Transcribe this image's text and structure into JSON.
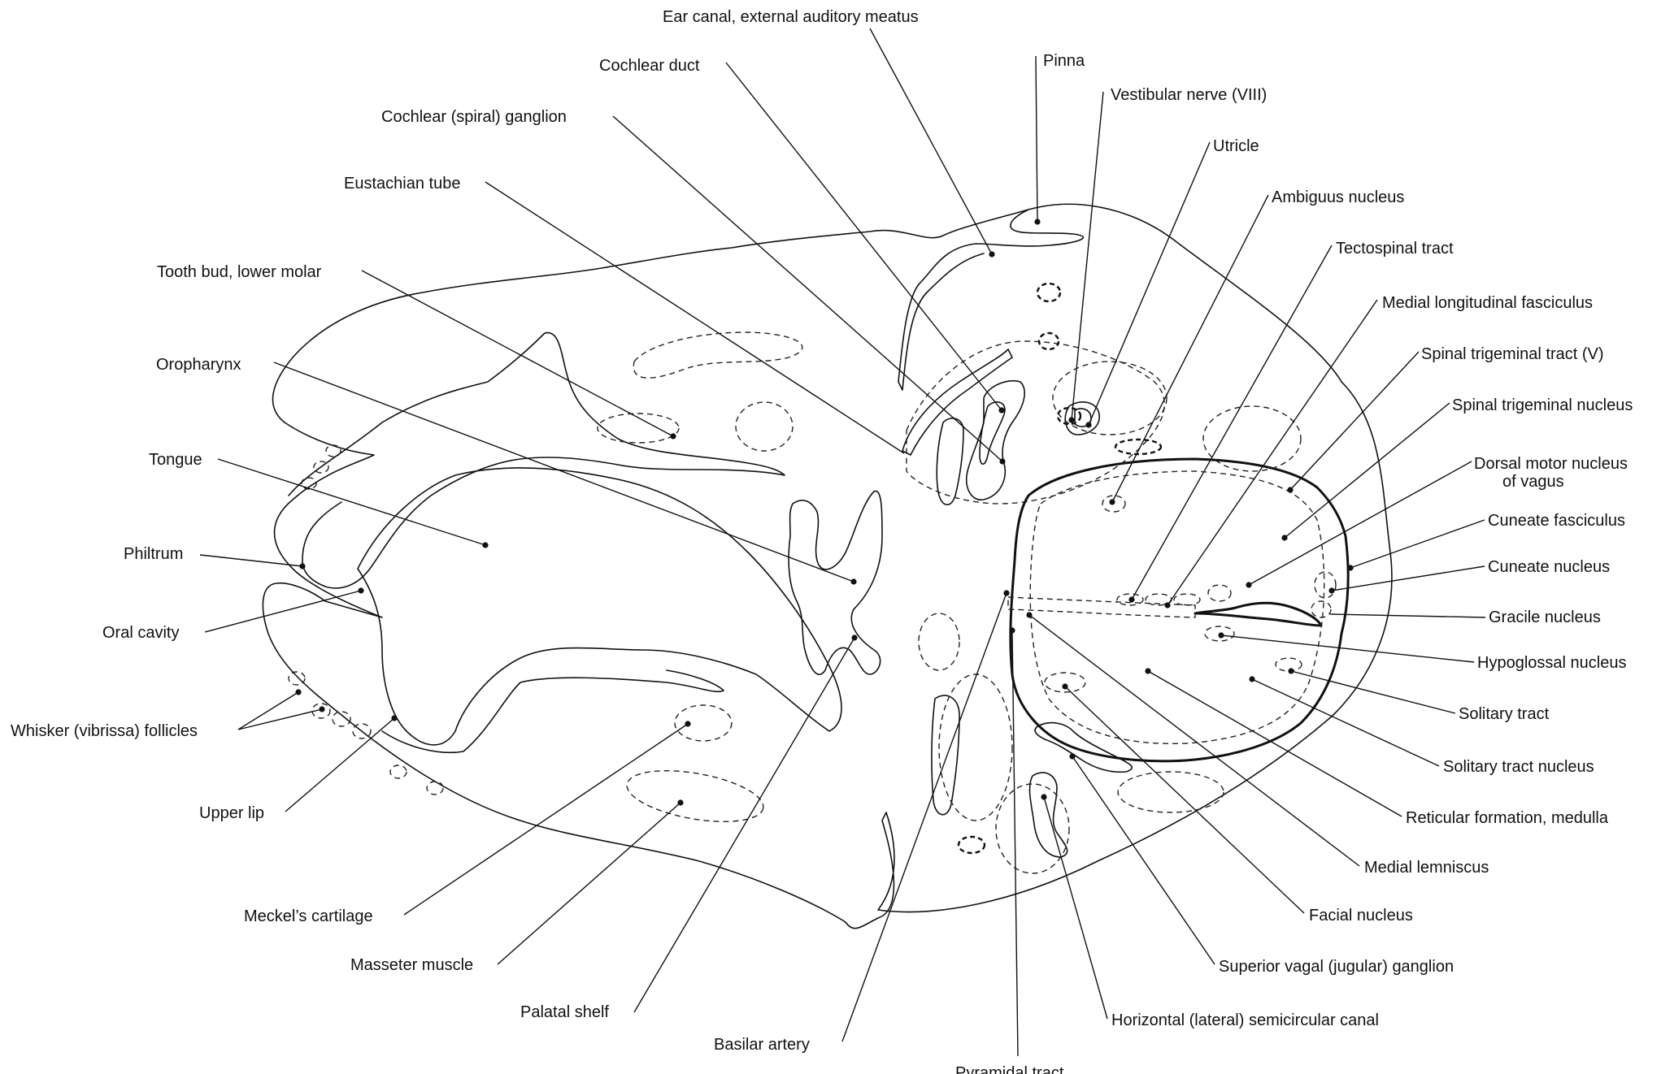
{
  "labels": {
    "ear_canal": "Ear canal, external auditory meatus",
    "cochlear_duct": "Cochlear duct",
    "pinna": "Pinna",
    "vestibular_nerve": "Vestibular nerve (VIII)",
    "cochlear_ganglion": "Cochlear (spiral) ganglion",
    "utricle": "Utricle",
    "eustachian_tube": "Eustachian tube",
    "ambiguus_nucleus": "Ambiguus nucleus",
    "tectospinal_tract": "Tectospinal tract",
    "tooth_bud": "Tooth bud, lower molar",
    "medial_longitudinal_fasciculus": "Medial longitudinal fasciculus",
    "oropharynx": "Oropharynx",
    "spinal_trigeminal_tract": "Spinal trigeminal tract (V)",
    "spinal_trigeminal_nucleus": "Spinal trigeminal nucleus",
    "tongue": "Tongue",
    "dorsal_motor_nucleus_line1": "Dorsal motor nucleus",
    "dorsal_motor_nucleus_line2": "of vagus",
    "cuneate_fasciculus": "Cuneate fasciculus",
    "philtrum": "Philtrum",
    "cuneate_nucleus": "Cuneate nucleus",
    "oral_cavity": "Oral cavity",
    "gracile_nucleus": "Gracile nucleus",
    "hypoglossal_nucleus": "Hypoglossal nucleus",
    "solitary_tract": "Solitary tract",
    "whisker_follicles": "Whisker (vibrissa) follicles",
    "solitary_tract_nucleus": "Solitary tract nucleus",
    "upper_lip": "Upper lip",
    "reticular_formation": "Reticular formation, medulla",
    "medial_lemniscus": "Medial lemniscus",
    "meckels_cartilage": "Meckel’s cartilage",
    "facial_nucleus": "Facial nucleus",
    "masseter_muscle": "Masseter muscle",
    "superior_vagal_ganglion": "Superior vagal (jugular) ganglion",
    "palatal_shelf": "Palatal shelf",
    "horizontal_semicircular_canal": "Horizontal (lateral) semicircular canal",
    "basilar_artery": "Basilar artery",
    "pyramidal_tract": "Pyramidal tract"
  }
}
